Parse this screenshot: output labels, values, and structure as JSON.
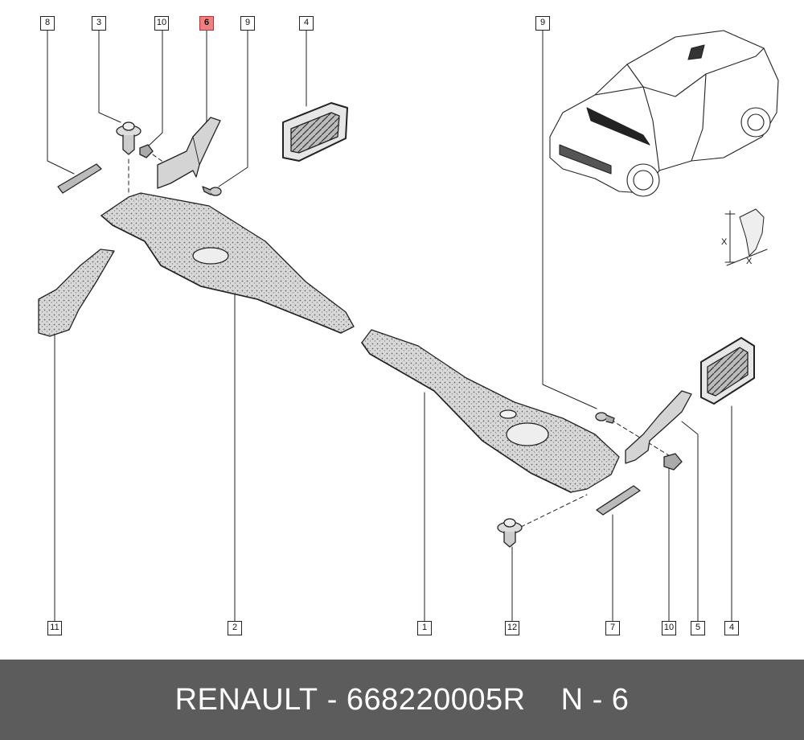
{
  "callouts": {
    "c8": "8",
    "c3": "3",
    "c10a": "10",
    "c6": "6",
    "c9a": "9",
    "c4a": "4",
    "c9b": "9",
    "c11": "11",
    "c2": "2",
    "c1": "1",
    "c12": "12",
    "c7": "7",
    "c10b": "10",
    "c5": "5",
    "c4b": "4"
  },
  "highlight": {
    "callout": "6",
    "color": "#f08080"
  },
  "dimension_labels": {
    "x_vertical": "X",
    "x_horizontal": "X"
  },
  "footer": {
    "brand": "RENAULT",
    "separator": "-",
    "part_number": "668220005R",
    "ref_label": "N - 6"
  },
  "colors": {
    "footer_bg": "#5c5c5c",
    "footer_text": "#ffffff",
    "line": "#222222"
  }
}
